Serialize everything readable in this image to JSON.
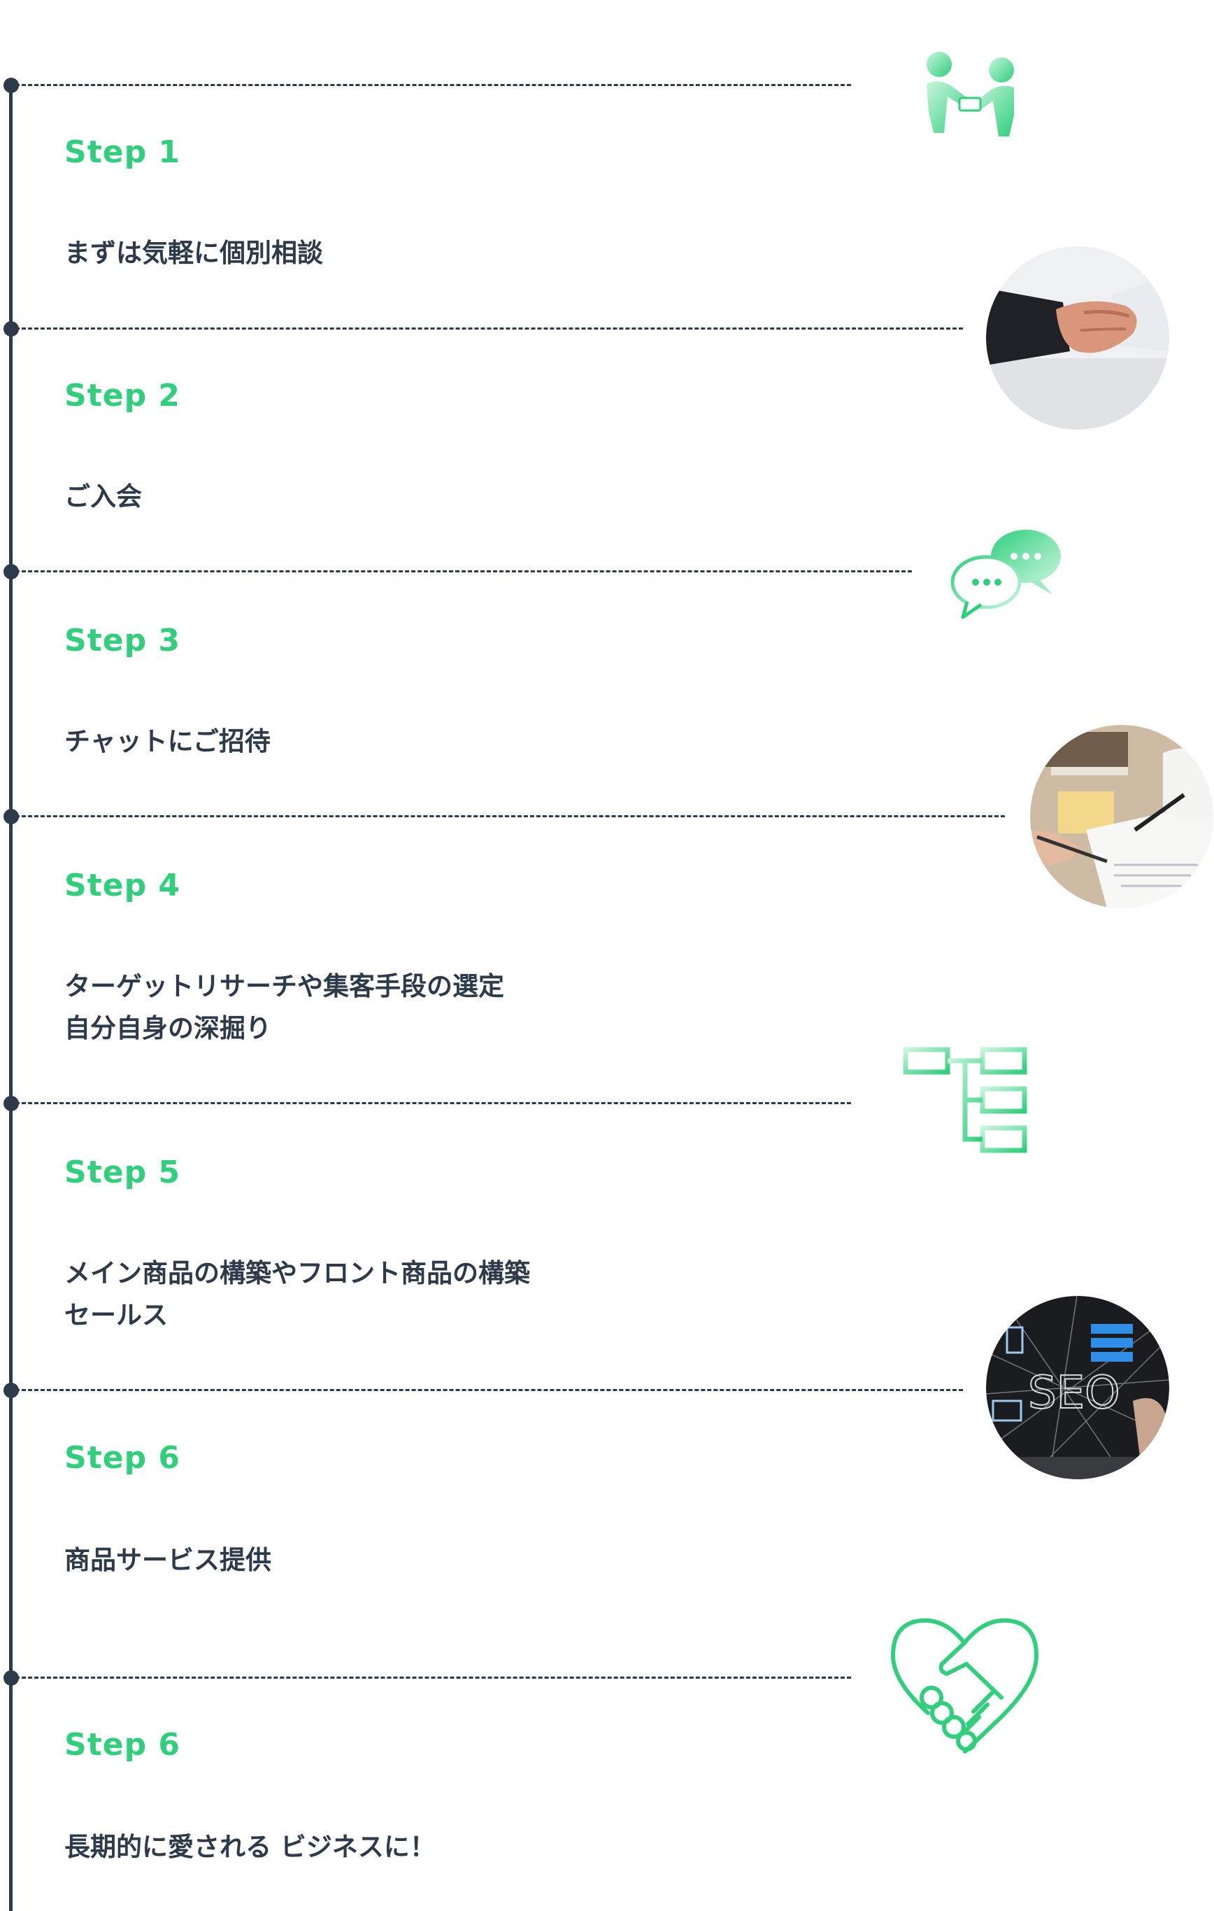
{
  "colors": {
    "accent": "#2fcf7c",
    "line": "#2c3a4a",
    "text": "#2c3a4a"
  },
  "steps": [
    {
      "label": "Step 1",
      "text": "まずは気軽に個別相談",
      "icon": "meeting-people-icon"
    },
    {
      "label": "Step 2",
      "text": "ご入会",
      "icon": "handshake-photo"
    },
    {
      "label": "Step 3",
      "text": "チャットにご招待",
      "icon": "chat-bubbles-icon"
    },
    {
      "label": "Step 4",
      "text": "ターゲットリサーチや集客手段の選定\n自分自身の深掘り",
      "icon": "desk-writing-photo"
    },
    {
      "label": "Step 5",
      "text": "メイン商品の構築やフロント商品の構築\nセールス",
      "icon": "sitemap-tree-icon"
    },
    {
      "label": "Step 6",
      "text": "商品サービス提供",
      "icon": "seo-photo"
    },
    {
      "label": "Step 6",
      "text": "長期的に愛される ビジネスに！",
      "icon": "heart-handshake-icon"
    }
  ]
}
